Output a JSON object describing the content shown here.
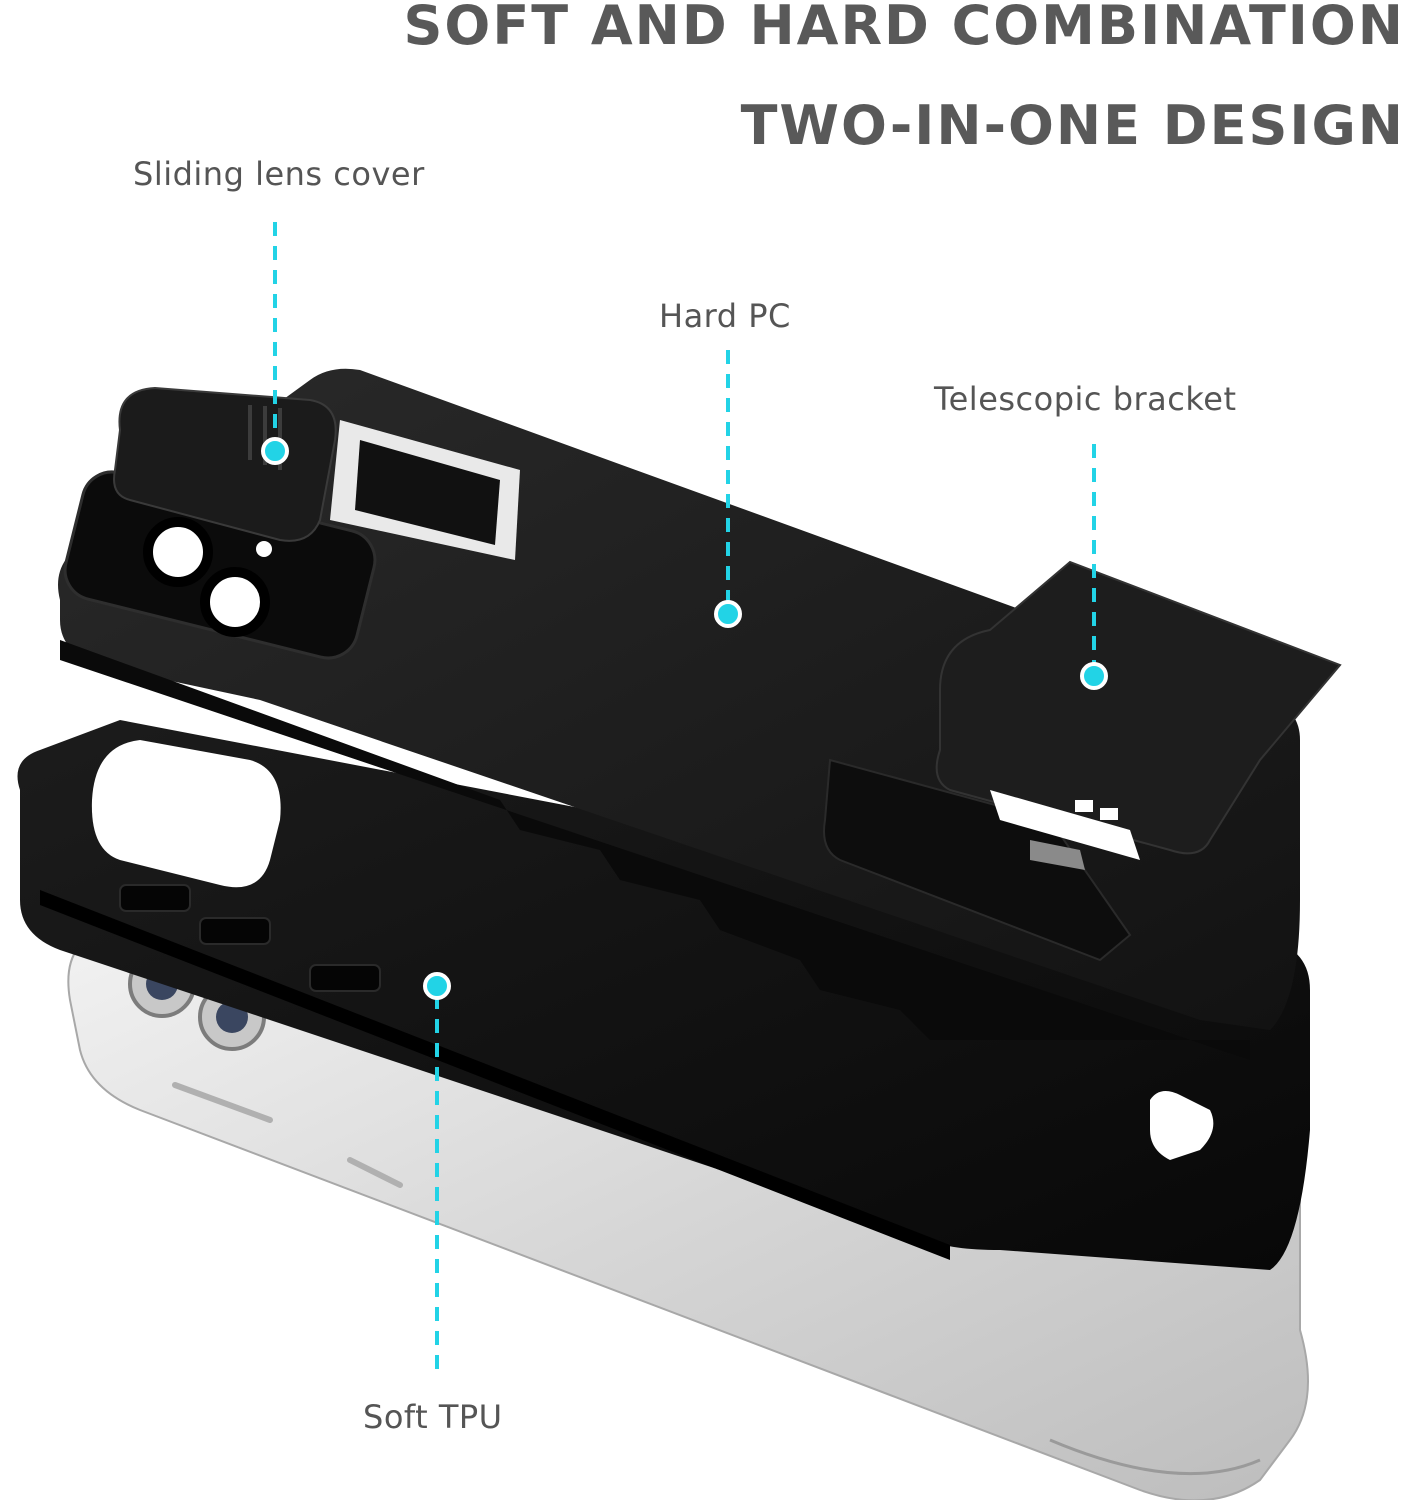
{
  "headline": {
    "line1": "SOFT AND HARD COMBINATION",
    "line2": "TWO-IN-ONE DESIGN"
  },
  "callouts": {
    "lens_cover": "Sliding lens cover",
    "hard_pc": "Hard PC",
    "bracket": "Telescopic bracket",
    "soft_tpu": "Soft TPU"
  },
  "colors": {
    "accent_cyan": "#22d3e6",
    "case_black": "#141414",
    "phone_silver": "#d9d9d9",
    "text_gray": "#595959"
  }
}
